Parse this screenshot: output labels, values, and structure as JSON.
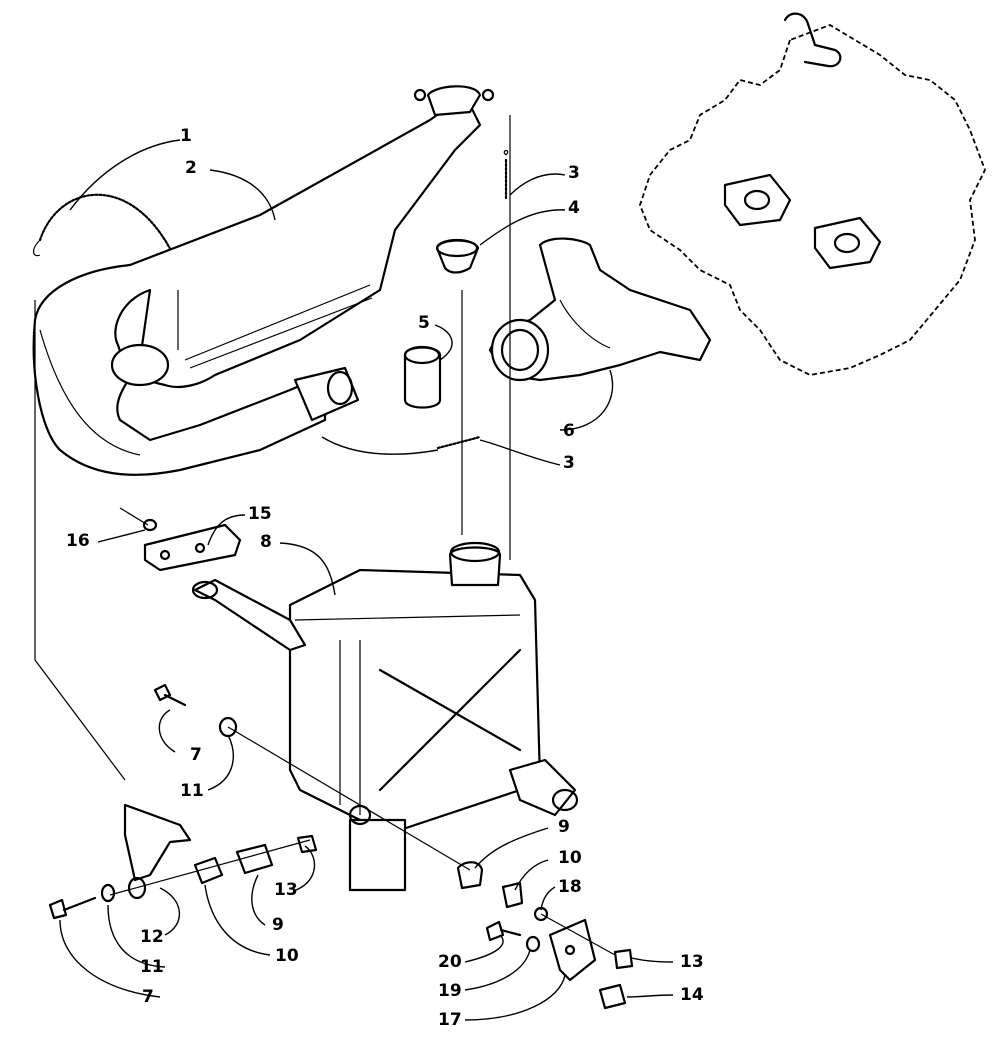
{
  "diagram": {
    "callouts": [
      {
        "id": "c1",
        "text": "1"
      },
      {
        "id": "c2",
        "text": "2"
      },
      {
        "id": "c3a",
        "text": "3"
      },
      {
        "id": "c4",
        "text": "4"
      },
      {
        "id": "c5",
        "text": "5"
      },
      {
        "id": "c6",
        "text": "6"
      },
      {
        "id": "c3b",
        "text": "3"
      },
      {
        "id": "c16",
        "text": "16"
      },
      {
        "id": "c15",
        "text": "15"
      },
      {
        "id": "c8",
        "text": "8"
      },
      {
        "id": "c7a",
        "text": "7"
      },
      {
        "id": "c11a",
        "text": "11"
      },
      {
        "id": "c9a",
        "text": "9"
      },
      {
        "id": "c10a",
        "text": "10"
      },
      {
        "id": "c18",
        "text": "18"
      },
      {
        "id": "c13a",
        "text": "13"
      },
      {
        "id": "c12",
        "text": "12"
      },
      {
        "id": "c9b",
        "text": "9"
      },
      {
        "id": "c10b",
        "text": "10"
      },
      {
        "id": "c11b",
        "text": "11"
      },
      {
        "id": "c7b",
        "text": "7"
      },
      {
        "id": "c20",
        "text": "20"
      },
      {
        "id": "c13b",
        "text": "13"
      },
      {
        "id": "c19",
        "text": "19"
      },
      {
        "id": "c14",
        "text": "14"
      },
      {
        "id": "c17",
        "text": "17"
      }
    ]
  }
}
